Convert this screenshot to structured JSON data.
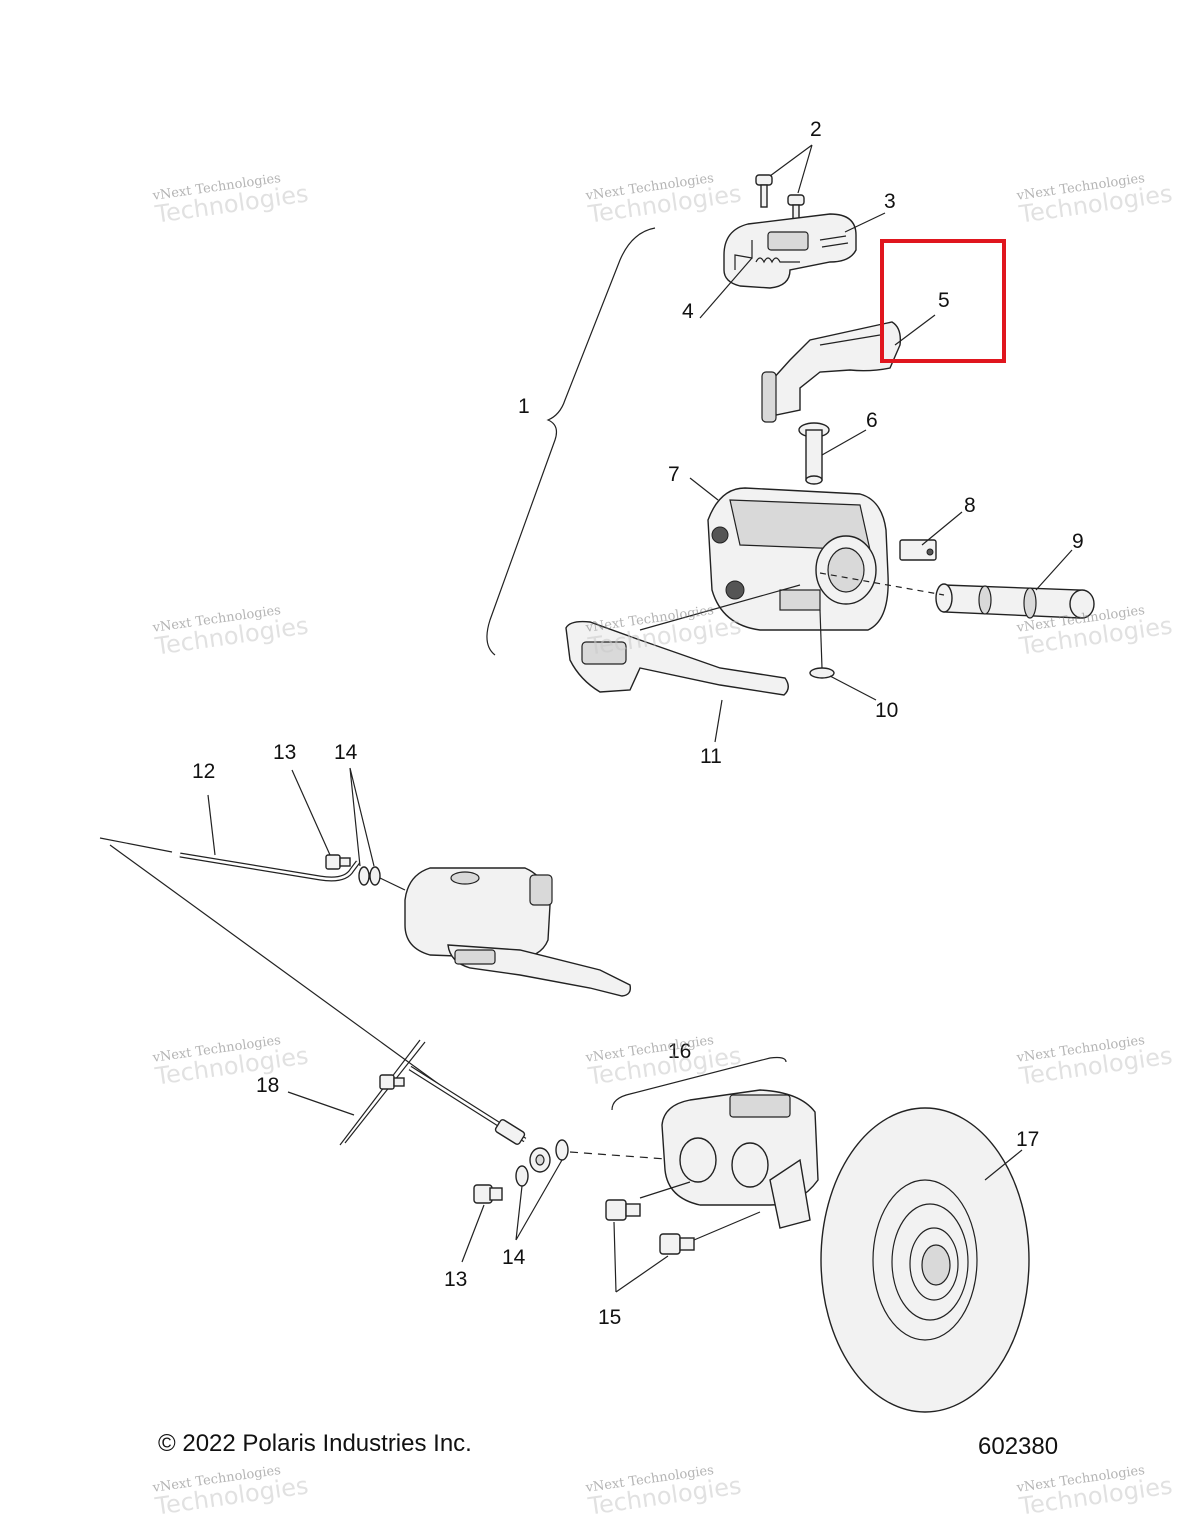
{
  "copyright": "© 2022 Polaris Industries Inc.",
  "drawing_number": "602380",
  "watermark": {
    "line1": "vNext Technologies",
    "line2": "Technologies"
  },
  "callouts": [
    {
      "id": "c1",
      "label": "1"
    },
    {
      "id": "c2",
      "label": "2"
    },
    {
      "id": "c3",
      "label": "3"
    },
    {
      "id": "c4",
      "label": "4"
    },
    {
      "id": "c5",
      "label": "5"
    },
    {
      "id": "c6",
      "label": "6"
    },
    {
      "id": "c7",
      "label": "7"
    },
    {
      "id": "c8",
      "label": "8"
    },
    {
      "id": "c9",
      "label": "9"
    },
    {
      "id": "c10",
      "label": "10"
    },
    {
      "id": "c11",
      "label": "11"
    },
    {
      "id": "c12",
      "label": "12"
    },
    {
      "id": "c13a",
      "label": "13"
    },
    {
      "id": "c14a",
      "label": "14"
    },
    {
      "id": "c16",
      "label": "16"
    },
    {
      "id": "c18",
      "label": "18"
    },
    {
      "id": "c17",
      "label": "17"
    },
    {
      "id": "c13b",
      "label": "13"
    },
    {
      "id": "c14b",
      "label": "14"
    },
    {
      "id": "c15",
      "label": "15"
    }
  ],
  "highlight_color": "#e0161e",
  "highlighted_callout": "5"
}
